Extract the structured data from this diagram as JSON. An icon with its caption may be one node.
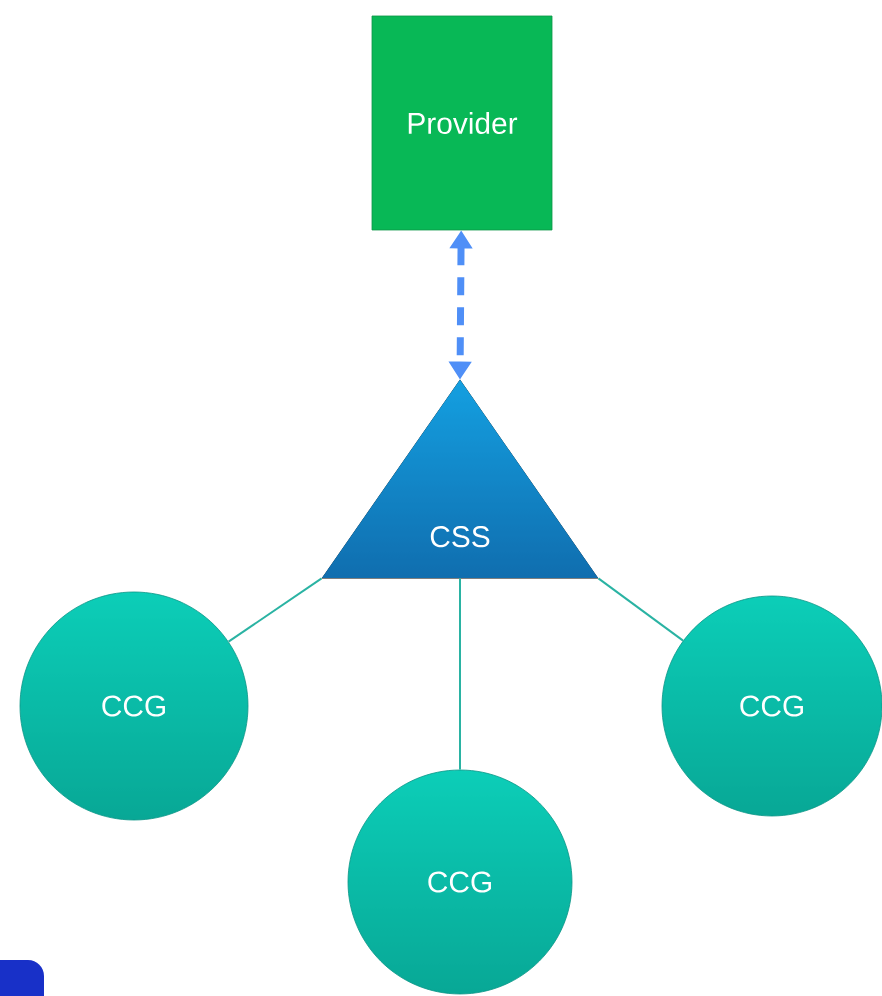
{
  "diagram": {
    "nodes": [
      {
        "text": [
          "Provider"
        ]
      },
      {
        "text": [
          "CSS"
        ]
      },
      {
        "text": [
          "CCG"
        ]
      },
      {
        "text": [
          "CCG"
        ]
      },
      {
        "text": [
          "CCG"
        ]
      }
    ],
    "edges": [
      {
        "from": 0,
        "to": 1,
        "arrow": "both",
        "style": "dashed",
        "color": "#4f8ff7"
      },
      {
        "from": 1,
        "to": 2,
        "arrow": "none"
      },
      {
        "from": 1,
        "to": 3,
        "arrow": "none"
      },
      {
        "from": 1,
        "to": 4,
        "arrow": "none"
      }
    ]
  }
}
